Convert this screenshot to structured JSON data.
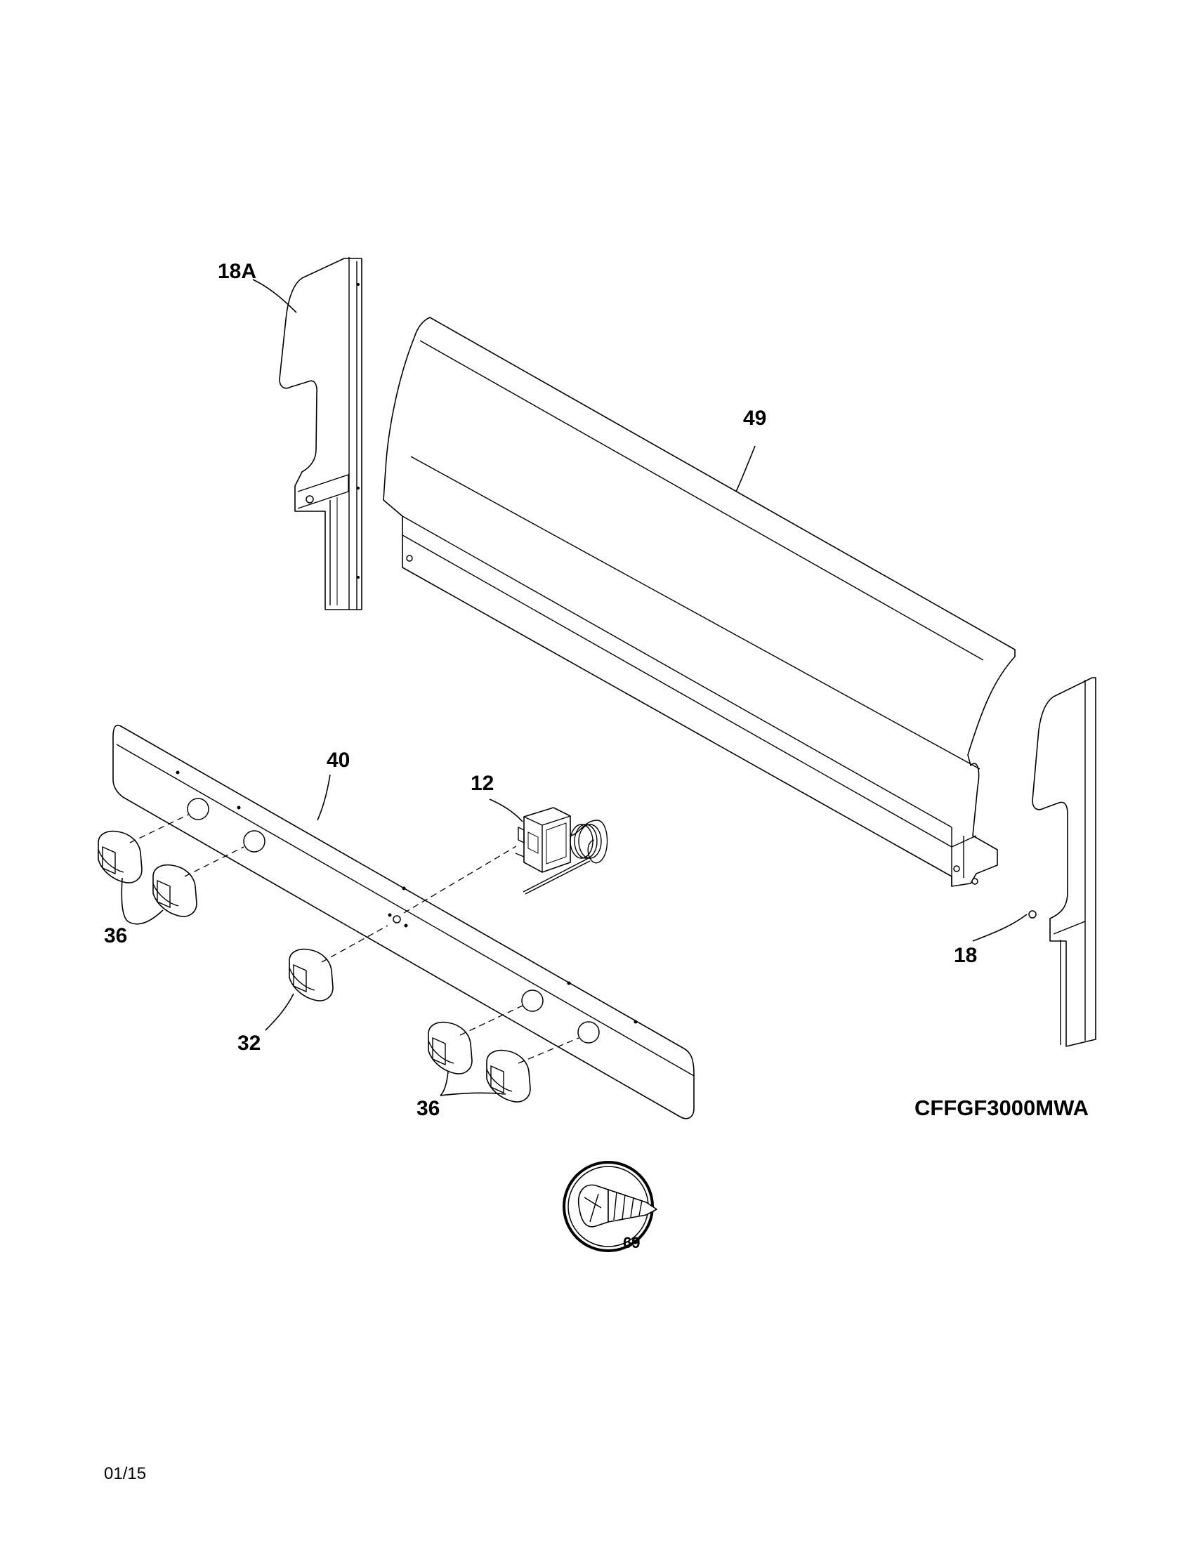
{
  "model_number": "CFFGF3000MWA",
  "footer_code": "01/15",
  "callouts": {
    "side_trim_left": "18A",
    "side_trim_right": "18",
    "backguard": "49",
    "control_panel": "40",
    "thermostat": "12",
    "knobs_left": "36",
    "knobs_right": "36",
    "knob_center": "32",
    "screw": "69"
  }
}
